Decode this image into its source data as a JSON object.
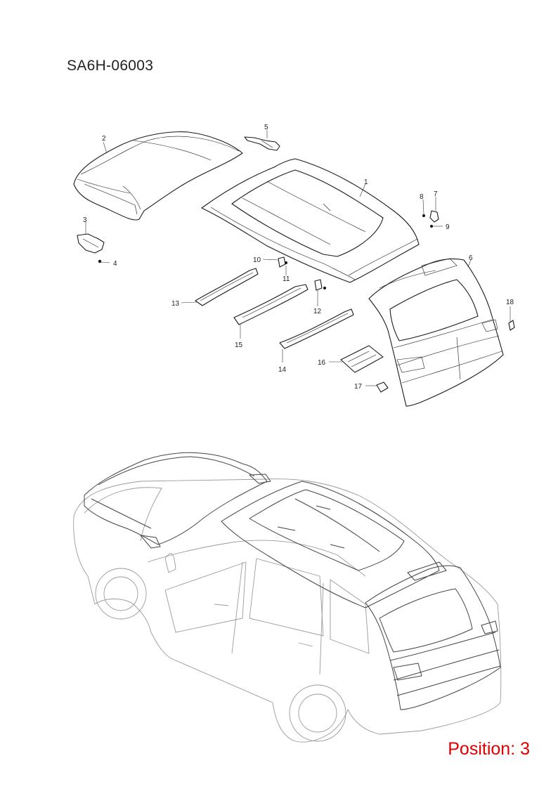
{
  "header": {
    "code": "SA6H-06003"
  },
  "footer": {
    "position": "Position: 3"
  },
  "callouts": [
    {
      "id": "1",
      "label": "1"
    },
    {
      "id": "2",
      "label": "2"
    },
    {
      "id": "3",
      "label": "3"
    },
    {
      "id": "4",
      "label": "4"
    },
    {
      "id": "5",
      "label": "5"
    },
    {
      "id": "6",
      "label": "6"
    },
    {
      "id": "7",
      "label": "7"
    },
    {
      "id": "8",
      "label": "8"
    },
    {
      "id": "9",
      "label": "9"
    },
    {
      "id": "10",
      "label": "10"
    },
    {
      "id": "11",
      "label": "11"
    },
    {
      "id": "12",
      "label": "12"
    },
    {
      "id": "13",
      "label": "13"
    },
    {
      "id": "14",
      "label": "14"
    },
    {
      "id": "15",
      "label": "15"
    },
    {
      "id": "16",
      "label": "16"
    },
    {
      "id": "17",
      "label": "17"
    },
    {
      "id": "18",
      "label": "18"
    }
  ],
  "colors": {
    "position_text": "#e00000",
    "line": "#1a1a1a",
    "car_outline": "#9a9a9a"
  }
}
